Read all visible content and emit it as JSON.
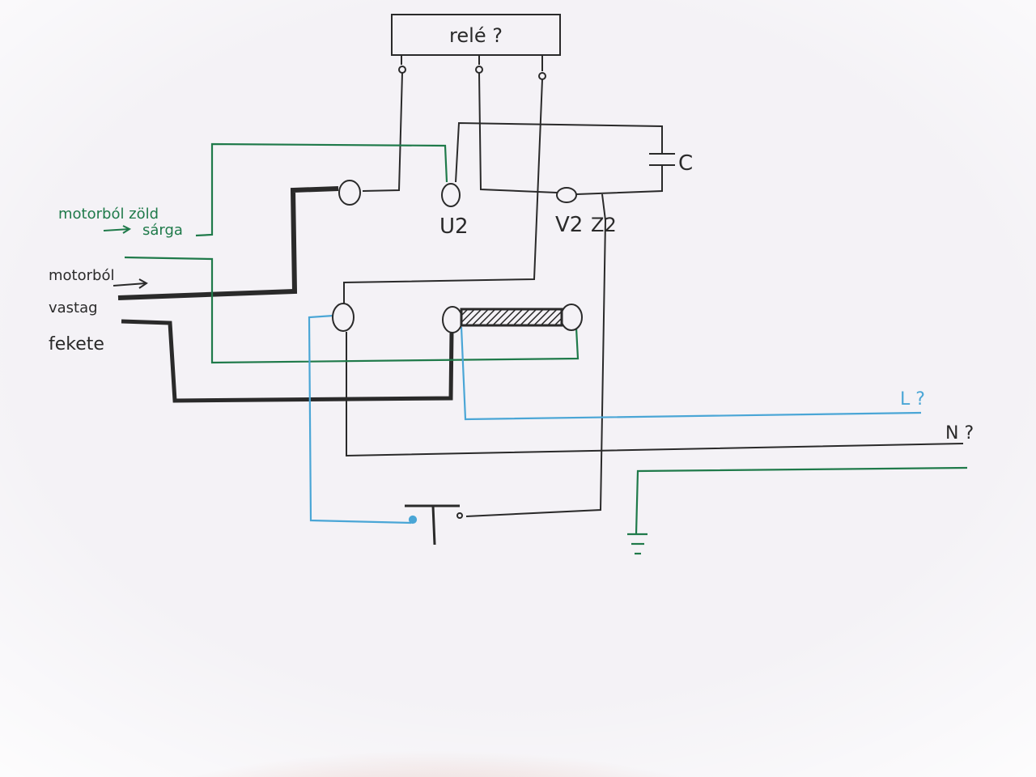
{
  "labels": {
    "relay": "relé ?",
    "capacitor": "C",
    "u2": "U2",
    "v2": "V2",
    "z2": "Z2",
    "motor_green_line1": "motorból zöld",
    "motor_green_line2": "sárga",
    "motor_thick_line1": "motorból",
    "motor_thick_line2": "vastag",
    "black": "fekete",
    "line": "L ?",
    "neutral": "N ?"
  },
  "colors": {
    "paper": "#f4f2f6",
    "ink_black": "#2a2a2a",
    "ink_green": "#1f7a4a",
    "ink_blue": "#4aa6d6"
  }
}
